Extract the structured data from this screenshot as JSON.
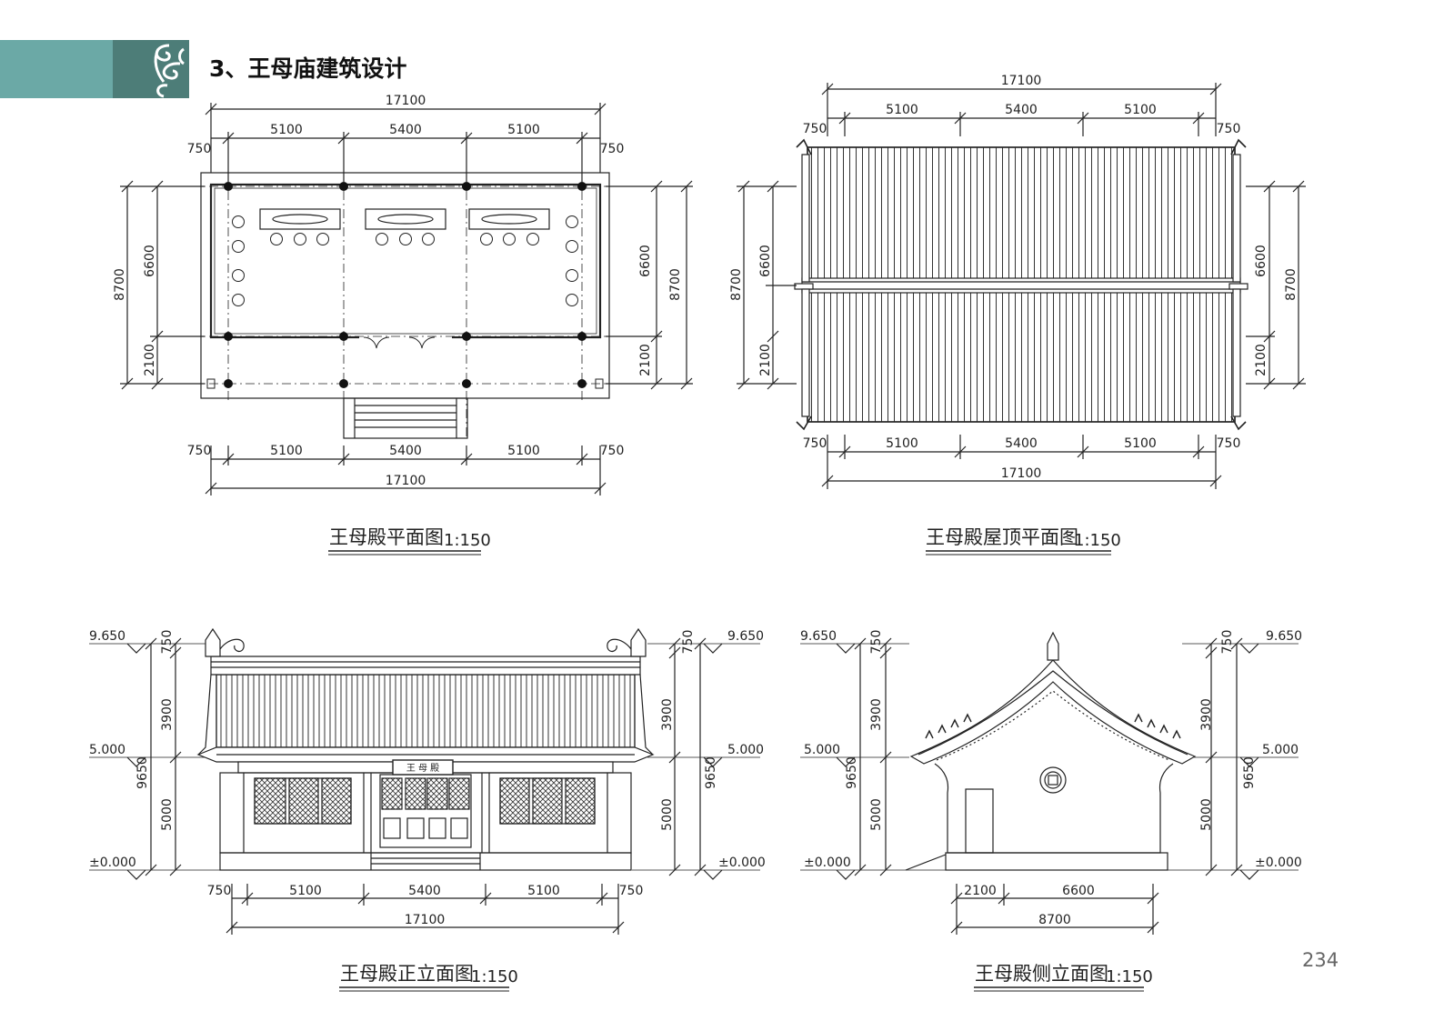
{
  "header": {
    "title": "3、王母庙建筑设计",
    "accent_color": "#6ba9a6",
    "accent_dark": "#4d7d78"
  },
  "page_number": "234",
  "plan": {
    "caption": "王母殿平面图",
    "scale": "1:150",
    "top_total": "17100",
    "top_bays": [
      "5100",
      "5400",
      "5100"
    ],
    "top_left_eave": "750",
    "top_right_eave": "750",
    "bottom_total": "17100",
    "bottom_bays": [
      "5100",
      "5400",
      "5100"
    ],
    "bottom_left_eave": "750",
    "bottom_right_eave": "750",
    "left_depths": [
      "6600",
      "2100"
    ],
    "left_total": "8700",
    "right_depths": [
      "6600",
      "2100"
    ],
    "right_total": "8700"
  },
  "roof": {
    "caption": "王母殿屋顶平面图",
    "scale": "1:150",
    "top_total": "17100",
    "top_bays": [
      "5100",
      "5400",
      "5100"
    ],
    "top_left_eave": "750",
    "top_right_eave": "750",
    "bottom_total": "17100",
    "bottom_bays": [
      "5100",
      "5400",
      "5100"
    ],
    "bottom_left_eave": "750",
    "bottom_right_eave": "750",
    "left_total": "8700",
    "left_depths": [
      "6600",
      "2100"
    ],
    "right_depths": [
      "6600",
      "2100"
    ],
    "right_total": "8700"
  },
  "front": {
    "caption": "王母殿正立面图",
    "scale": "1:150",
    "plaque": "王 母 殿",
    "levels": {
      "top": "9.650",
      "mid": "5.000",
      "base": "±0.000"
    },
    "heights": [
      "750",
      "3900",
      "5000"
    ],
    "height_total": "9650",
    "bottom_bays": [
      "5100",
      "5400",
      "5100"
    ],
    "bottom_left_eave": "750",
    "bottom_right_eave": "750",
    "bottom_total": "17100"
  },
  "side": {
    "caption": "王母殿侧立面图",
    "scale": "1:150",
    "levels": {
      "top": "9.650",
      "mid": "5.000",
      "base": "±0.000"
    },
    "heights": [
      "750",
      "3900",
      "5000"
    ],
    "height_total": "9650",
    "bottom_depths": [
      "2100",
      "6600"
    ],
    "bottom_total": "8700"
  }
}
